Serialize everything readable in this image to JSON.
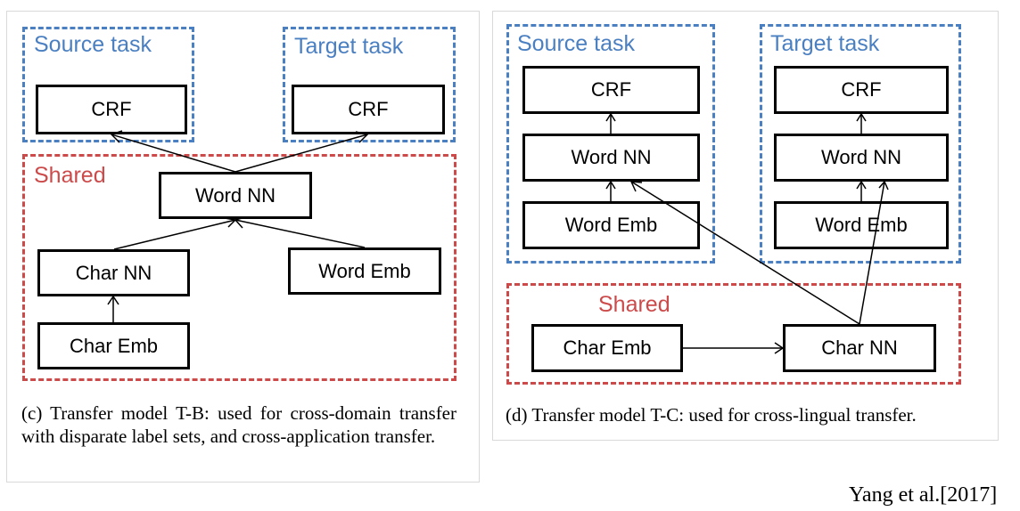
{
  "left_panel": {
    "source_label": "Source task",
    "target_label": "Target task",
    "shared_label": "Shared",
    "crf_source": "CRF",
    "crf_target": "CRF",
    "word_nn": "Word NN",
    "char_nn": "Char NN",
    "word_emb": "Word Emb",
    "char_emb": "Char Emb",
    "caption": "(c) Transfer model T-B: used for cross-domain transfer with disparate label sets, and cross-application transfer."
  },
  "right_panel": {
    "source_label": "Source task",
    "target_label": "Target task",
    "shared_label": "Shared",
    "crf_source": "CRF",
    "word_nn_source": "Word NN",
    "word_emb_source": "Word Emb",
    "crf_target": "CRF",
    "word_nn_target": "Word NN",
    "word_emb_target": "Word Emb",
    "char_emb": "Char Emb",
    "char_nn": "Char NN",
    "caption": "(d) Transfer model T-C: used for cross-lingual transfer."
  },
  "citation": "Yang et al.[2017]",
  "colors": {
    "source_target_border": "#4a7fc1",
    "shared_border": "#cc4a4a"
  }
}
